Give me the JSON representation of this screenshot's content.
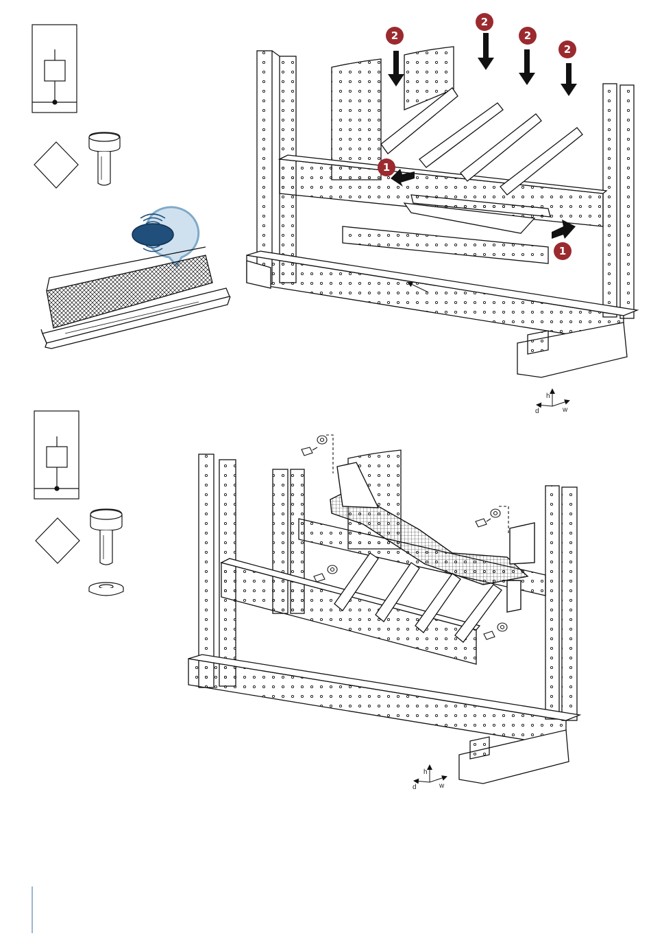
{
  "page": {
    "background": "#ffffff",
    "line_color": "#111111",
    "step_badge_color": "#9b2a2e",
    "accent_blue": "#2f6f9f"
  },
  "top_panel": {
    "icons": [
      "circuit-symbol-icon",
      "diamond-symbol-icon",
      "screw-icon",
      "speech-bubble-icon",
      "cover-plate-icon"
    ],
    "step_badges": [
      {
        "label": "1",
        "meaning": "insert"
      },
      {
        "label": "1",
        "meaning": "insert"
      },
      {
        "label": "2",
        "meaning": "push-down"
      },
      {
        "label": "2",
        "meaning": "push-down"
      },
      {
        "label": "2",
        "meaning": "push-down"
      },
      {
        "label": "2",
        "meaning": "push-down"
      }
    ],
    "axes": {
      "h": "h",
      "d": "d",
      "w": "w"
    }
  },
  "bottom_panel": {
    "icons": [
      "circuit-symbol-icon",
      "diamond-symbol-icon",
      "screw-icon",
      "washer-icon"
    ],
    "axes": {
      "h": "h",
      "d": "d",
      "w": "w"
    }
  }
}
